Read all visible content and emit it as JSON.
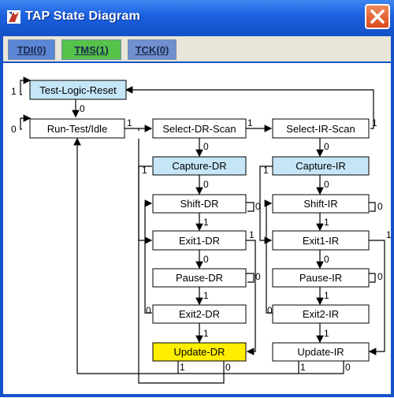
{
  "window": {
    "title": "TAP State Diagram",
    "close_label": "✕"
  },
  "toolbar": {
    "buttons": [
      {
        "label": "TDI(0)",
        "bg": "#5b86d6"
      },
      {
        "label": "TMS(1)",
        "bg": "#55c24a"
      },
      {
        "label": "TCK(0)",
        "bg": "#6f8fcf"
      }
    ]
  },
  "colors": {
    "highlight_blue": "#c6e6f8",
    "highlight_yellow": "#ffee00",
    "box": "#ffffff",
    "line": "#000000"
  },
  "states": {
    "test_logic_reset": "Test-Logic-Reset",
    "run_test_idle": "Run-Test/Idle",
    "select_dr_scan": "Select-DR-Scan",
    "select_ir_scan": "Select-IR-Scan",
    "capture_dr": "Capture-DR",
    "capture_ir": "Capture-IR",
    "shift_dr": "Shift-DR",
    "shift_ir": "Shift-IR",
    "exit1_dr": "Exit1-DR",
    "exit1_ir": "Exit1-IR",
    "pause_dr": "Pause-DR",
    "pause_ir": "Pause-IR",
    "exit2_dr": "Exit2-DR",
    "exit2_ir": "Exit2-IR",
    "update_dr": "Update-DR",
    "update_ir": "Update-IR"
  },
  "labels": {
    "zero": "0",
    "one": "1"
  }
}
